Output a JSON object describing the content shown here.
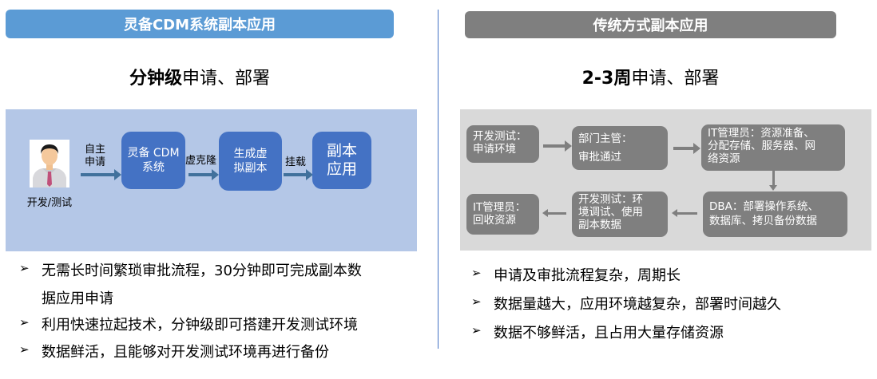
{
  "left": {
    "header": "灵备CDM系统副本应用",
    "header_color": "#5B9BD5",
    "subtitle_bold": "分钟级",
    "subtitle_rest": "申请、部署",
    "panel_color": "#B4C7E7",
    "box_color": "#4472C4",
    "arrow_color": "#41719C",
    "person_label": "开发/测试",
    "arrow1_label_line1": "自主",
    "arrow1_label_line2": "申请",
    "box1_line1": "灵备 CDM",
    "box1_line2": "系统",
    "arrow2_label": "虚克隆",
    "box2_line1": "生成虚",
    "box2_line2": "拟副本",
    "arrow3_label": "挂载",
    "box3_line1": "副本",
    "box3_line2": "应用",
    "bullets": [
      "无需长时间繁琐审批流程，30分钟即可完成副本数",
      "据应用申请",
      "利用快速拉起技术，分钟级即可搭建开发测试环境",
      "数据鲜活，且能够对开发测试环境再进行备份"
    ]
  },
  "right": {
    "header": "传统方式副本应用",
    "header_color": "#7F7F7F",
    "subtitle_bold": "2-3周",
    "subtitle_rest": "申请、部署",
    "panel_color": "#D9D9D9",
    "box_color": "#7F7F7F",
    "steps": {
      "s1_line1": "开发测试：",
      "s1_line2": "申请环境",
      "s2_line1": "部门主管：",
      "s2_line2": "审批通过",
      "s3_line1": "IT管理员：资源准备、",
      "s3_line2": "分配存储、服务器、网",
      "s3_line3": "络资源",
      "s4_line1": "DBA：部署操作系统、",
      "s4_line2": "数据库、拷贝备份数据",
      "s5_line1": "开发测试：环",
      "s5_line2": "境调试、使用",
      "s5_line3": "副本数据",
      "s6_line1": "IT管理员：",
      "s6_line2": "回收资源"
    },
    "bullets": [
      "申请及审批流程复杂，周期长",
      "数据量越大，应用环境越复杂，部署时间越久",
      "数据不够鲜活，且占用大量存储资源"
    ]
  },
  "bullet_marker": "➢",
  "divider_color": "#4472C4"
}
